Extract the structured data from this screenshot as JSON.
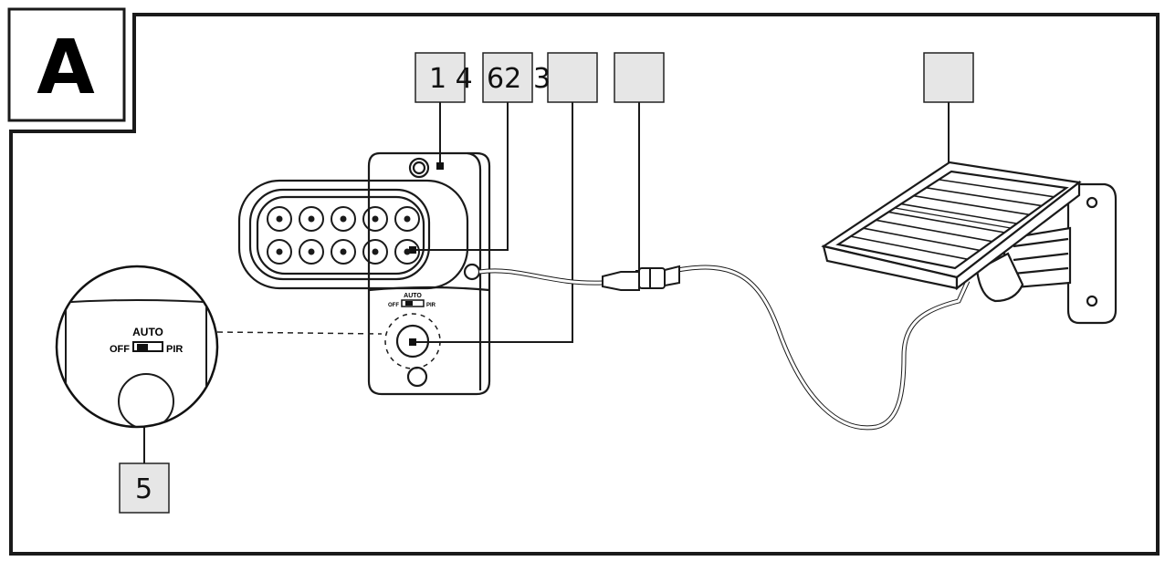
{
  "figure": {
    "panel_label": "A",
    "callouts": [
      {
        "id": "box-a",
        "text": "1 4"
      },
      {
        "id": "box-b",
        "text": "62"
      },
      {
        "id": "box-c",
        "text": "3"
      },
      {
        "id": "box-d",
        "text": ""
      },
      {
        "id": "box-e",
        "text": ""
      },
      {
        "id": "box-f",
        "text": "5"
      }
    ],
    "switch": {
      "mode_auto": "AUTO",
      "mode_off": "OFF",
      "mode_pir": "PIR"
    }
  },
  "colors": {
    "line": "#1a1a1a",
    "callout_fill": "#e6e6e6",
    "background": "#ffffff"
  }
}
